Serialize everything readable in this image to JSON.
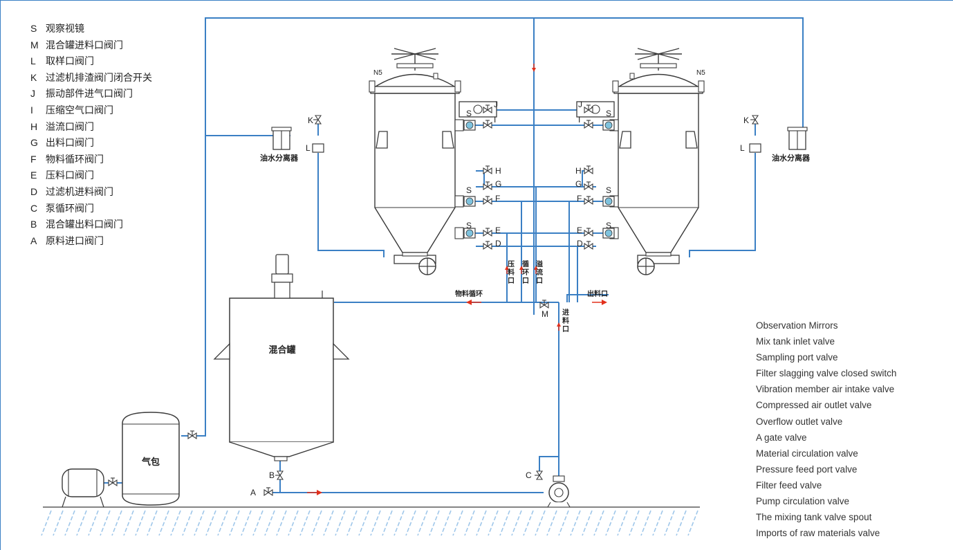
{
  "legend_cn": [
    {
      "code": "S",
      "text": "观察视镜"
    },
    {
      "code": "M",
      "text": "混合罐进料口阀门"
    },
    {
      "code": "L",
      "text": "取样口阀门"
    },
    {
      "code": "K",
      "text": "过滤机排渣阀门闭合开关"
    },
    {
      "code": "J",
      "text": "振动部件进气口阀门"
    },
    {
      "code": "I",
      "text": "压缩空气口阀门"
    },
    {
      "code": "H",
      "text": "溢流口阀门"
    },
    {
      "code": "G",
      "text": "出料口阀门"
    },
    {
      "code": "F",
      "text": "物料循环阀门"
    },
    {
      "code": "E",
      "text": "压料口阀门"
    },
    {
      "code": "D",
      "text": "过滤机进料阀门"
    },
    {
      "code": "C",
      "text": "泵循环阀门"
    },
    {
      "code": "B",
      "text": "混合罐出料口阀门"
    },
    {
      "code": "A",
      "text": "原料进口阀门"
    }
  ],
  "legend_en": [
    "Observation Mirrors",
    "Mix tank inlet valve",
    "Sampling port valve",
    "Filter slagging valve closed switch",
    "Vibration member air intake valve",
    "Compressed air outlet valve",
    "Overflow outlet valve",
    "A gate valve",
    "Material circulation valve",
    "Pressure feed port valve",
    "Filter feed valve",
    "Pump circulation valve",
    "The mixing tank valve spout",
    "Imports of raw materials valve"
  ],
  "labels": {
    "separator": "油水分离器",
    "mix_tank": "混合罐",
    "air_bag": "气包",
    "material_circulation": "物料循环",
    "discharge_port": "出料口",
    "press_port": "压\n料\n口",
    "circulation_port": "循\n环\n口",
    "overflow_port": "溢\n流\n口",
    "feed_port": "进\n料\n口",
    "nozzle_n5": "N5",
    "valve_a": "A",
    "valve_b": "B",
    "valve_c": "C",
    "valve_d": "D",
    "valve_e": "E",
    "valve_f": "F",
    "valve_g": "G",
    "valve_h": "H",
    "valve_i": "I",
    "valve_j": "J",
    "valve_k": "K",
    "valve_l": "L",
    "valve_m": "M",
    "mirror_s": "S"
  },
  "colors": {
    "pipe": "#3a7fc4",
    "equipment": "#3a3a3a",
    "flow_arrow": "#e2301b",
    "ground": "#9fc7ea",
    "mirror": "#7fc3de"
  }
}
